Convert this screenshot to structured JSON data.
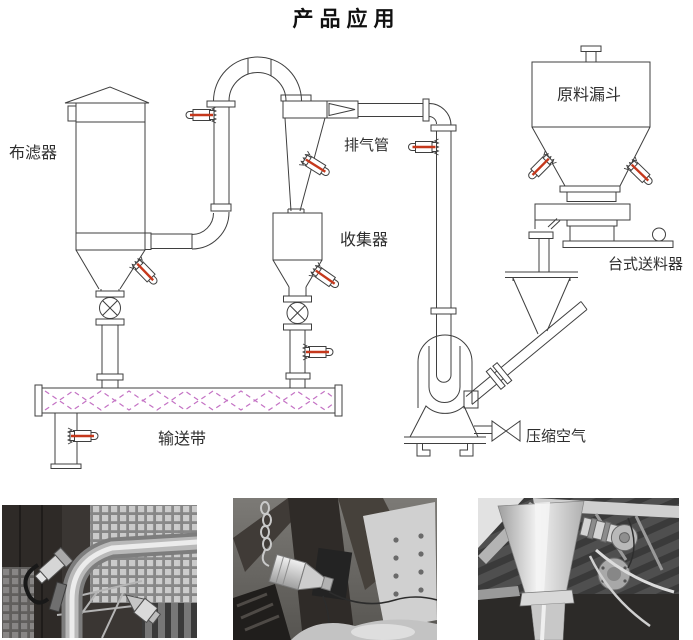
{
  "title": "产品应用",
  "diagram": {
    "labels": {
      "bag_filter": "布滤器",
      "exhaust_pipe": "排气管",
      "collector": "收集器",
      "raw_material_hopper": "原料漏斗",
      "table_feeder": "台式送料器",
      "conveyor_belt": "输送带",
      "compressed_air": "压缩空气"
    },
    "colors": {
      "line": "#3f3f3f",
      "vibrator_stripe": "#c5381c",
      "belt_lattice": "#c472c4"
    },
    "photo_count": 3
  }
}
